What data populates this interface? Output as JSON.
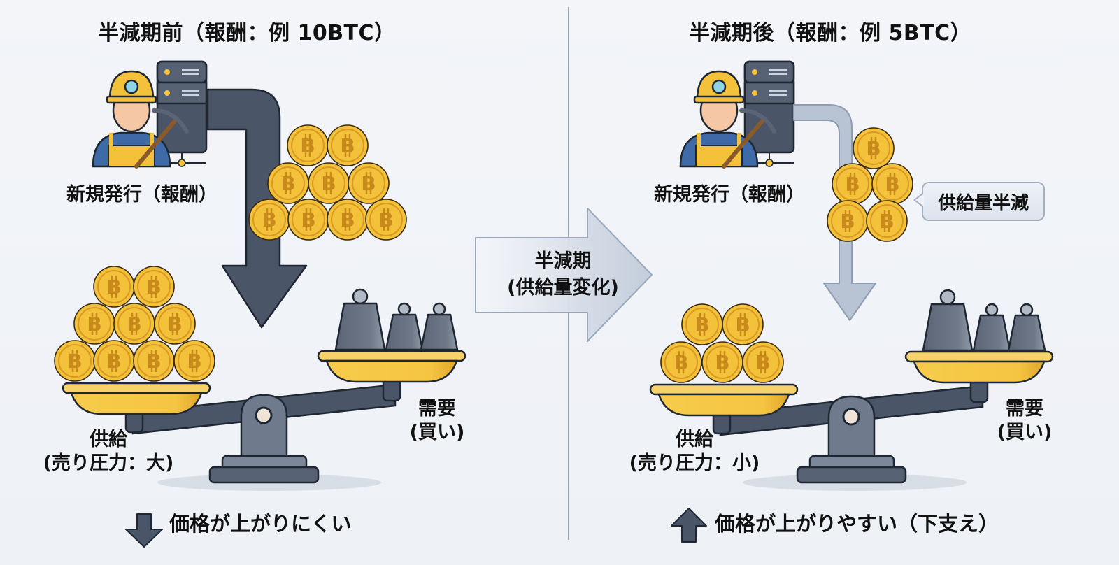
{
  "before": {
    "title": "半減期前（報酬：例 10BTC）",
    "issuance_label": "新規発行（報酬）",
    "reward_coins": 9,
    "supply_pan_coins": 9,
    "supply_label_line1": "供給",
    "supply_label_line2": "(売り圧力：大)",
    "demand_label_line1": "需要",
    "demand_label_line2": "(買い)",
    "result_text": "価格が上がりにくい",
    "result_icon": "arrow-down-icon"
  },
  "transition": {
    "line1": "半減期",
    "line2": "(供給量変化)",
    "icon": "arrow-right-icon"
  },
  "after": {
    "title": "半減期後（報酬：例 5BTC）",
    "issuance_label": "新規発行（報酬）",
    "reward_coins": 5,
    "supply_pan_coins": 5,
    "callout": "供給量半減",
    "supply_label_line1": "供給",
    "supply_label_line2": "(売り圧力：小)",
    "demand_label_line1": "需要",
    "demand_label_line2": "(買い)",
    "result_text": "価格が上がりやすい（下支え）",
    "result_icon": "arrow-up-icon"
  },
  "colors": {
    "coin_fill": "#f3c13a",
    "coin_symbol": "#c98a1c",
    "dark_slate": "#4a5568",
    "outline": "#1f2733",
    "pan_yellow": "#f5c542",
    "weight_gray": "#7b8594",
    "light_arrow": "#b8c4d3"
  }
}
